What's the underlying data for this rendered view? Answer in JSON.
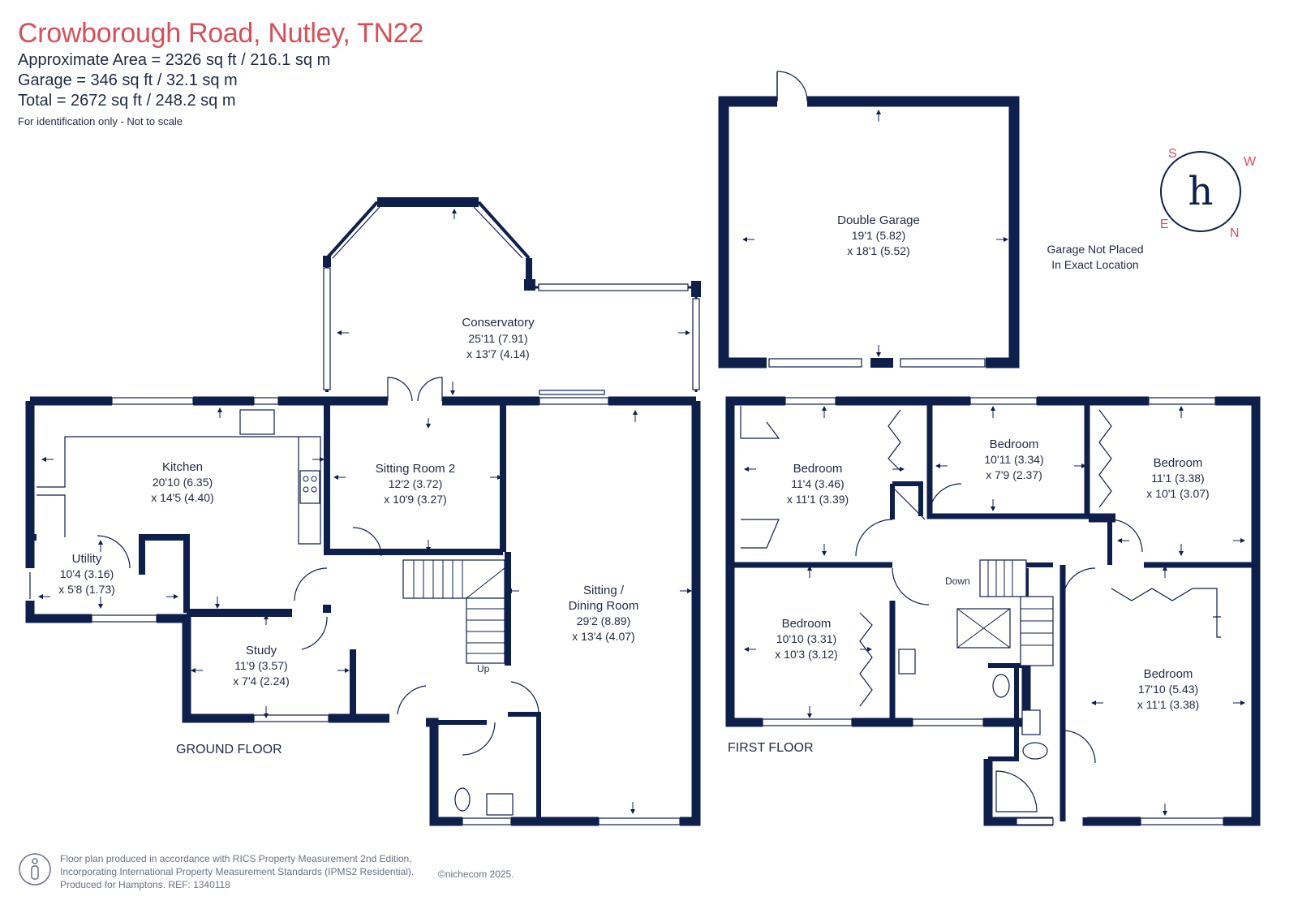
{
  "header": {
    "title": "Crowborough Road, Nutley, TN22",
    "area_approx": "Approximate Area = 2326 sq ft / 216.1 sq m",
    "area_garage": "Garage = 346 sq ft / 32.1 sq m",
    "area_total": "Total = 2672 sq ft / 248.2 sq m",
    "disclaimer": "For identification only - Not to scale"
  },
  "colors": {
    "wall": "#0f1f4b",
    "title": "#d6505a",
    "text": "#1f2a44",
    "footer_text": "#6a7186"
  },
  "compass": {
    "letters": [
      "S",
      "W",
      "N",
      "E"
    ],
    "logo_glyph": "h"
  },
  "garage_note": [
    "Garage Not Placed",
    "In Exact Location"
  ],
  "rooms": {
    "double_garage": {
      "name": "Double Garage",
      "dim1": "19'1 (5.82)",
      "dim2": "x 18'1 (5.52)"
    },
    "conservatory": {
      "name": "Conservatory",
      "dim1": "25'11 (7.91)",
      "dim2": "x 13'7 (4.14)"
    },
    "kitchen": {
      "name": "Kitchen",
      "dim1": "20'10 (6.35)",
      "dim2": "x 14'5 (4.40)"
    },
    "sitting_room_2": {
      "name": "Sitting Room 2",
      "dim1": "12'2 (3.72)",
      "dim2": "x 10'9 (3.27)"
    },
    "utility": {
      "name": "Utility",
      "dim1": "10'4 (3.16)",
      "dim2": "x 5'8 (1.73)"
    },
    "study": {
      "name": "Study",
      "dim1": "11'9 (3.57)",
      "dim2": "x 7'4 (2.24)"
    },
    "sitting_dining": {
      "name1": "Sitting /",
      "name2": "Dining Room",
      "dim1": "29'2 (8.89)",
      "dim2": "x 13'4 (4.07)"
    },
    "bedroom_a": {
      "name": "Bedroom",
      "dim1": "11'4 (3.46)",
      "dim2": "x 11'1 (3.39)"
    },
    "bedroom_b": {
      "name": "Bedroom",
      "dim1": "10'11 (3.34)",
      "dim2": "x 7'9 (2.37)"
    },
    "bedroom_c": {
      "name": "Bedroom",
      "dim1": "11'1 (3.38)",
      "dim2": "x 10'1 (3.07)"
    },
    "bedroom_d": {
      "name": "Bedroom",
      "dim1": "10'10 (3.31)",
      "dim2": "x 10'3 (3.12)"
    },
    "bedroom_e": {
      "name": "Bedroom",
      "dim1": "17'10 (5.43)",
      "dim2": "x 11'1 (3.38)"
    }
  },
  "labels": {
    "ground_floor": "GROUND FLOOR",
    "first_floor": "FIRST FLOOR",
    "up": "Up",
    "down": "Down"
  },
  "footer": {
    "line1": "Floor plan produced in accordance with RICS Property Measurement 2nd Edition,",
    "line2": "Incorporating International Property Measurement Standards (IPMS2 Residential).",
    "line3": "Produced for Hamptons.   REF:  1340118",
    "brand": "©nichecom 2025."
  }
}
